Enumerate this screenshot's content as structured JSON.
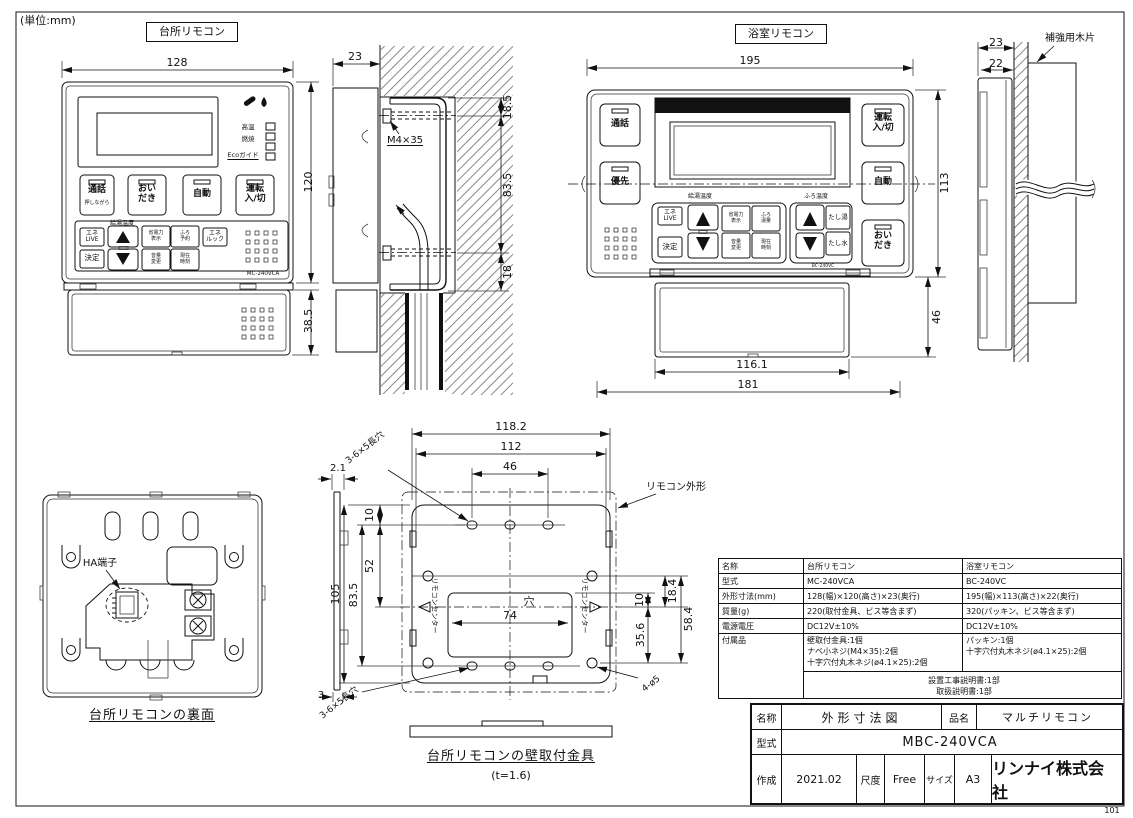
{
  "page": {
    "unit_note": "(単位:mm)",
    "sheet_number": "101"
  },
  "kitchen_front": {
    "title": "台所リモコン",
    "dim_width": "128",
    "dim_height": "120",
    "dim_door_height": "38.5",
    "led_high_temp": "高温",
    "led_combustion": "燃焼",
    "led_eco_guide": "Ecoガイド",
    "btn_talk": "通話",
    "btn_talk_sub": "押しながら",
    "btn_oidaki": "おい\nだき",
    "btn_auto": "自動",
    "btn_power": "運転\n入/切",
    "panel_header": "給湯温度",
    "btn_ene_live": "エネ\nLIVE",
    "btn_confirm": "決定",
    "btn_power_save": "省電力\n表示",
    "btn_bath_reserve": "ふろ\n予約",
    "btn_volume": "音量\n変更",
    "btn_clock": "現在\n時刻",
    "btn_ene_look": "エネ\nルック",
    "model": "MC-240VCA"
  },
  "kitchen_side": {
    "dim_depth": "23",
    "screw": "M4×35",
    "dim_top": "18.5",
    "dim_pitch": "83.5",
    "dim_bottom": "18"
  },
  "bath_front": {
    "title": "浴室リモコン",
    "dim_width": "195",
    "dim_height": "113",
    "dim_door_height": "46",
    "dim_door_width": "116.1",
    "dim_total_width": "181",
    "btn_talk": "通話",
    "btn_priority": "優先",
    "btn_power": "運転\n入/切",
    "btn_auto": "自動",
    "btn_oidaki": "おい\nだき",
    "header_hot_water": "給湯温度",
    "header_bath": "ふろ温度",
    "btn_ene_live": "エネ\nLIVE",
    "btn_confirm": "決定",
    "btn_power_save": "省電力\n表示",
    "btn_bath_amount": "ふろ\n湯量",
    "btn_volume": "音量\n変更",
    "btn_clock": "現在\n時刻",
    "btn_add_hot": "たし湯",
    "btn_add_cold": "たし水",
    "model": "BC-240VC"
  },
  "bath_side": {
    "dim_depth": "23",
    "dim_wood": "22",
    "wood_label": "補強用木片"
  },
  "back_view": {
    "ha_label": "HA端子",
    "caption": "台所リモコンの裏面"
  },
  "bracket": {
    "caption": "台所リモコンの壁取付金具",
    "thickness_note": "(t=1.6)",
    "dim_top_width": "118.2",
    "dim_tab_width": "112",
    "dim_hole_pitch": "46",
    "dim_10_left": "10",
    "dim_52": "52",
    "dim_83_5": "83.5",
    "dim_105": "105",
    "dim_74": "74",
    "dim_10_right": "10",
    "dim_18_4": "18.4",
    "dim_35_6": "35.6",
    "dim_58_4": "58.4",
    "dim_thickness": "2.1",
    "dim_3": "3",
    "label_hole": "穴",
    "label_slot_top": "3-6×5長穴",
    "label_slot_bottom": "3-6×5長穴",
    "label_phi": "4-ø5",
    "label_outline": "リモコン外形",
    "label_center_left": "リモコンセンター",
    "label_center_right": "リモコンセンター"
  },
  "spec_table": {
    "rows": [
      {
        "label": "名称",
        "kitchen": "台所リモコン",
        "bath": "浴室リモコン"
      },
      {
        "label": "型式",
        "kitchen": "MC-240VCA",
        "bath": "BC-240VC"
      },
      {
        "label": "外形寸法(mm)",
        "kitchen": "128(幅)×120(高さ)×23(奥行)",
        "bath": "195(幅)×113(高さ)×22(奥行)"
      },
      {
        "label": "質量(g)",
        "kitchen": "220(取付金具、ビス等含まず)",
        "bath": "320(パッキン、ビス等含まず)"
      },
      {
        "label": "電源電圧",
        "kitchen": "DC12V±10%",
        "bath": "DC12V±10%"
      },
      {
        "label": "付属品",
        "kitchen": "壁取付金具:1個\nナベ小ネジ(M4×35):2個\n十字穴付丸木ネジ(ø4.1×25):2個",
        "bath": "パッキン:1個\n十字穴付丸木ネジ(ø4.1×25):2個"
      }
    ],
    "shared_accessories": "設置工事説明書:1部\n取扱説明書:1部"
  },
  "title_block": {
    "name_label": "名称",
    "name_value": "外形寸法図",
    "product_label": "品名",
    "product_value": "マルチリモコン",
    "model_label": "型式",
    "model_value": "MBC-240VCA",
    "date_label": "作成",
    "date_value": "2021.02",
    "scale_label": "尺度",
    "scale_value": "Free",
    "size_label": "サイズ",
    "size_value": "A3",
    "company": "リンナイ株式会社"
  }
}
